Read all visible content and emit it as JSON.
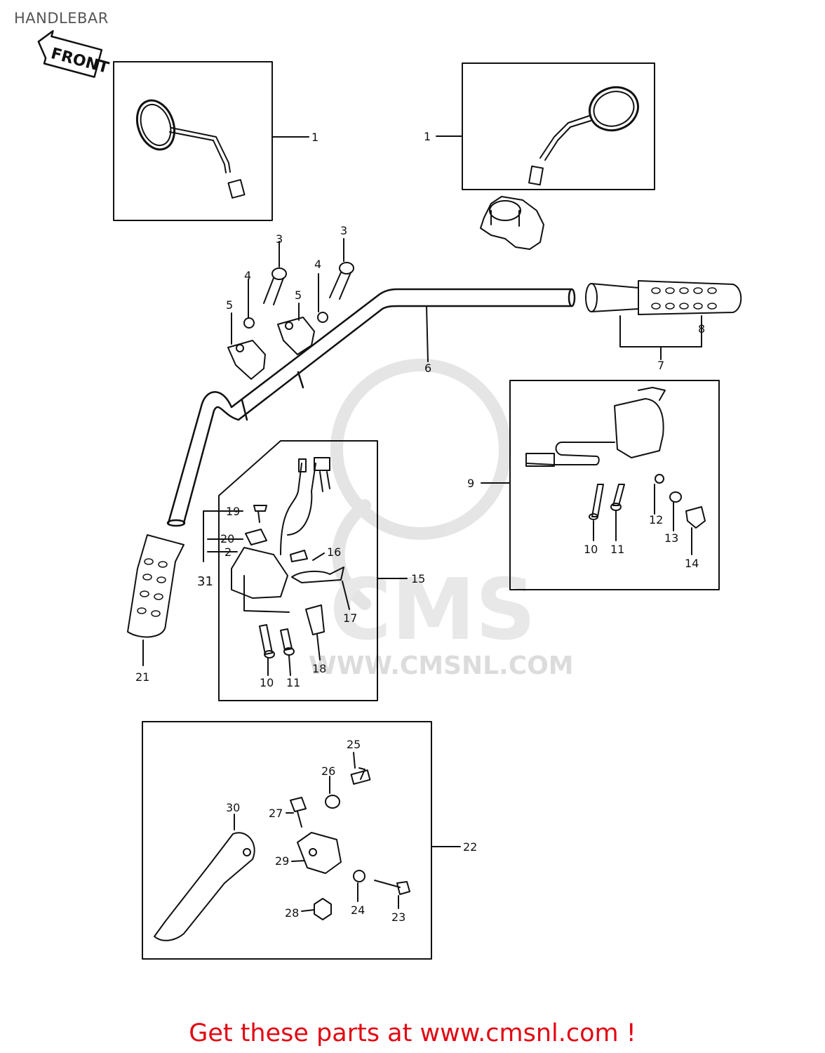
{
  "title": "HANDLEBAR",
  "front_label": "FRONT",
  "watermark": "WWW.CMSNL.COM",
  "cta": "Get these parts at www.cmsnl.com !",
  "colors": {
    "cta": "#e30613",
    "line": "#111111",
    "watermark": "#dddddd",
    "title": "#555555"
  },
  "callouts": {
    "c1a": "1",
    "c1b": "1",
    "c3a": "3",
    "c3b": "3",
    "c4a": "4",
    "c4b": "4",
    "c5a": "5",
    "c5b": "5",
    "c6": "6",
    "c7": "7",
    "c8": "8",
    "c9": "9",
    "c10a": "10",
    "c11a": "11",
    "c12": "12",
    "c13": "13",
    "c14": "14",
    "c15": "15",
    "c16": "16",
    "c17": "17",
    "c18": "18",
    "c19": "19",
    "c20": "20",
    "c2": "2",
    "c31": "31",
    "c10b": "10",
    "c11b": "11",
    "c21": "21",
    "c22": "22",
    "c23": "23",
    "c24": "24",
    "c25": "25",
    "c26": "26",
    "c27": "27",
    "c28": "28",
    "c29": "29",
    "c30": "30"
  }
}
